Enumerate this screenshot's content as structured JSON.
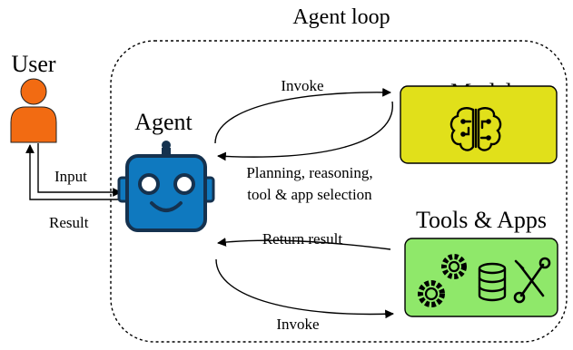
{
  "title": "Agent loop",
  "user": {
    "label": "User"
  },
  "agent": {
    "label": "Agent"
  },
  "model": {
    "label": "Model",
    "fill": "#e1e01a"
  },
  "tools": {
    "label": "Tools & Apps",
    "fill": "#8fe86a"
  },
  "edges": {
    "input": "Input",
    "result": "Result",
    "invoke_model": "Invoke",
    "planning_line1": "Planning, reasoning,",
    "planning_line2": "tool & app selection",
    "return_result": "Return result",
    "invoke_tools": "Invoke"
  },
  "colors": {
    "user": "#f26b12",
    "agent_body": "#0f79bf",
    "agent_outline": "#15324f",
    "line": "#000000"
  },
  "icons": {
    "user": "person-icon",
    "agent": "robot-icon",
    "model": "brain-circuit-icon",
    "tools": [
      "gears-icon",
      "database-icon",
      "wrench-screwdriver-icon"
    ]
  }
}
